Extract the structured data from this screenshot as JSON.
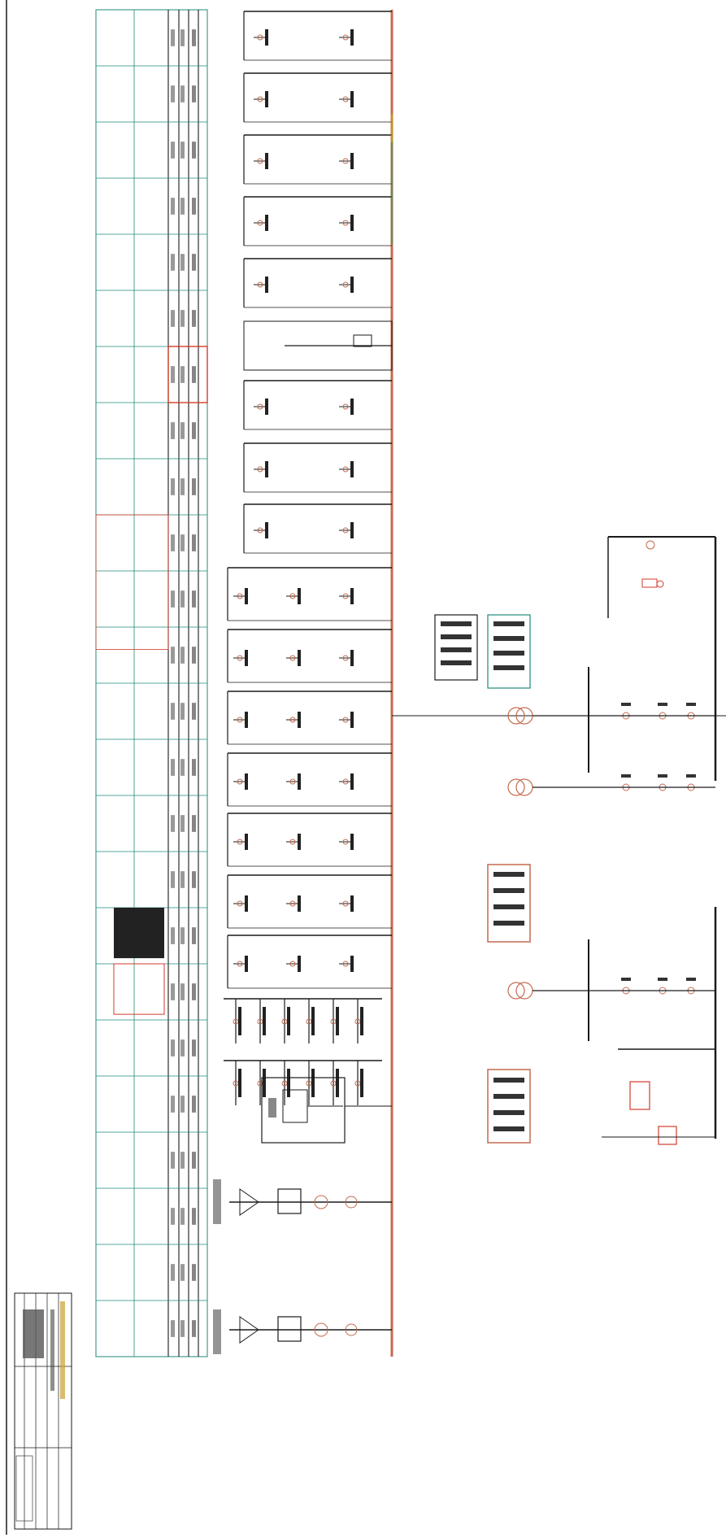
{
  "drawing": {
    "colors": {
      "busbar": "#c46a4e",
      "line": "#1a1a1a",
      "grid": "#1f8a7a",
      "highlight": "#d23b2b",
      "accent_green": "#2e9e5b",
      "accent_yellow": "#c9b400"
    },
    "table_columns": 24,
    "incoming_panels": 2,
    "feeders_upper": 9,
    "feeders_lower": 7,
    "title_block_text": []
  }
}
